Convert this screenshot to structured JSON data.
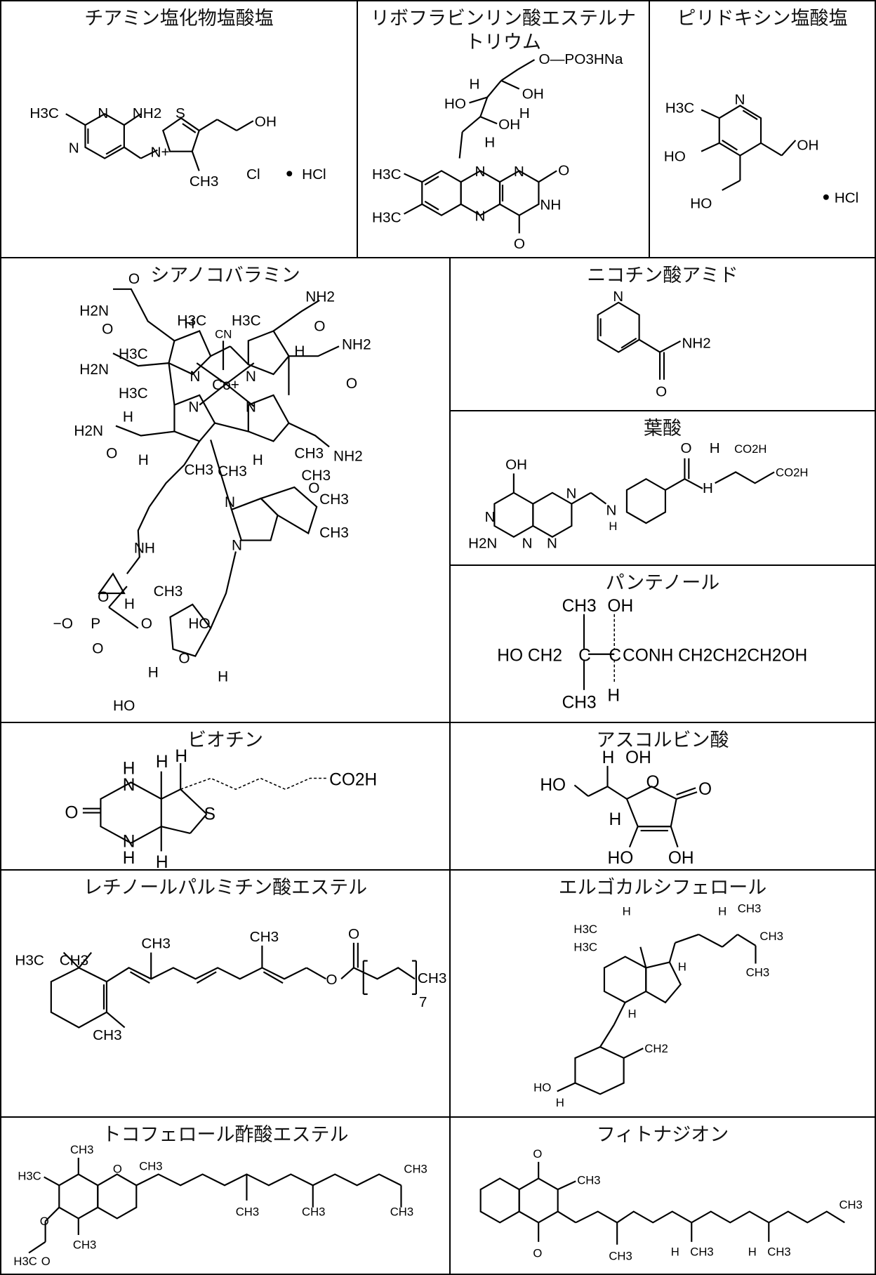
{
  "compounds": [
    {
      "id": "thiamine",
      "name": "チアミン塩化物塩酸塩",
      "labels": {
        "h3c": "H3C",
        "n1": "N",
        "n2": "N",
        "nh2": "NH2",
        "s": "S",
        "nplus": "N+",
        "oh": "OH",
        "ch3": "CH3",
        "cl": "Cl",
        "hcl": "HCl"
      }
    },
    {
      "id": "riboflavin",
      "name": "リボフラビンリン酸エステルナトリウム",
      "labels": {
        "ophos": "O—PO3HNa",
        "oh1": "OH",
        "oh2": "OH",
        "ho": "HO",
        "h1": "H",
        "h2": "H",
        "h3": "H",
        "h3c1": "H3C",
        "h3c2": "H3C",
        "n1": "N",
        "n2": "N",
        "n3": "N",
        "nh": "NH",
        "o1": "O",
        "o2": "O"
      }
    },
    {
      "id": "pyridoxine",
      "name": "ピリドキシン塩酸塩",
      "labels": {
        "h3c": "H3C",
        "n": "N",
        "ho1": "HO",
        "oh": "OH",
        "ho2": "HO",
        "hcl": "HCl"
      }
    },
    {
      "id": "cyanocobalamin",
      "name": "シアノコバラミン",
      "labels": {
        "nh2a": "H2N",
        "nh2b": "NH2",
        "nh2c": "NH2",
        "nh2d": "H2N",
        "nh2e": "H2N",
        "nh2f": "NH2",
        "o1": "O",
        "o2": "O",
        "o3": "O",
        "o4": "O",
        "o5": "O",
        "o6": "O",
        "co": "Co+",
        "cn": "CN",
        "n1": "N",
        "n2": "N",
        "n3": "N",
        "n4": "N",
        "h3c1": "H3C",
        "h3c2": "H3C",
        "h3c3": "H3C",
        "h3c4": "H3C",
        "ch3a": "CH3",
        "ch3b": "CH3",
        "ch3c": "CH3",
        "ch3d": "CH3",
        "ch3e": "CH3",
        "ch3f": "CH3",
        "ch3g": "CH3",
        "h1": "H",
        "h2": "H",
        "h3": "H",
        "h4": "H",
        "h5": "H",
        "h6": "H",
        "h7": "H",
        "h8": "H",
        "nh": "NH",
        "p": "P",
        "opminus": "−O",
        "ho1": "HO",
        "ho2": "HO",
        "ob": "O",
        "nb1": "N",
        "nb2": "N",
        "op1": "O",
        "op2": "O",
        "op3": "O"
      }
    },
    {
      "id": "nicotinamide",
      "name": "ニコチン酸アミド",
      "labels": {
        "n": "N",
        "nh2": "NH2",
        "o": "O"
      }
    },
    {
      "id": "folic",
      "name": "葉酸",
      "labels": {
        "oh": "OH",
        "h2n": "H2N",
        "n1": "N",
        "n2": "N",
        "n3": "N",
        "n4": "N",
        "nh": "N",
        "h": "H",
        "o": "O",
        "h2": "H",
        "co2h1": "CO2H",
        "co2h2": "CO2H",
        "nh2": "H"
      }
    },
    {
      "id": "panthenol",
      "name": "パンテノール",
      "labels": {
        "ch3a": "CH3",
        "ch3b": "CH3",
        "oh": "OH",
        "h": "H",
        "left": "HO CH2",
        "c1": "C",
        "c2": "C",
        "right": "CONH CH2CH2CH2OH"
      }
    },
    {
      "id": "biotin",
      "name": "ビオチン",
      "labels": {
        "h1": "H",
        "h2": "H",
        "h3": "H",
        "nh1": "N",
        "nh2": "N",
        "hh1": "H",
        "hh2": "H",
        "o": "O",
        "s": "S",
        "co2h": "CO2H"
      }
    },
    {
      "id": "ascorbic",
      "name": "アスコルビン酸",
      "labels": {
        "h": "H",
        "oh1": "OH",
        "ho1": "HO",
        "o1": "O",
        "o2": "O",
        "h2": "H",
        "ho2": "HO",
        "oh2": "OH"
      }
    },
    {
      "id": "retinol",
      "name": "レチノールパルミチン酸エステル",
      "labels": {
        "h3c": "H3C",
        "ch3a": "CH3",
        "ch3b": "CH3",
        "ch3c": "CH3",
        "ch3d": "CH3",
        "o1": "O",
        "o2": "O",
        "ch3e": "CH3",
        "n7": "7"
      }
    },
    {
      "id": "ergocalciferol",
      "name": "エルゴカルシフェロール",
      "labels": {
        "h1": "H",
        "h2": "H",
        "ch3a": "CH3",
        "ch3b": "CH3",
        "ch3c": "CH3",
        "h3c1": "H3C",
        "h3c2": "H3C",
        "h3": "H",
        "h4": "H",
        "ch2": "CH2",
        "ho": "HO",
        "h5": "H"
      }
    },
    {
      "id": "tocopherol",
      "name": "トコフェロール酢酸エステル",
      "labels": {
        "ch3a": "CH3",
        "h3c1": "H3C",
        "o1": "O",
        "ch3b": "CH3",
        "ch3c": "CH3",
        "ch3d": "CH3",
        "ch3e": "CH3",
        "ch3f": "CH3",
        "o2": "O",
        "ch3g": "CH3",
        "h3c2": "H3C",
        "o3": "O"
      }
    },
    {
      "id": "phytonadione",
      "name": "フィトナジオン",
      "labels": {
        "o1": "O",
        "o2": "O",
        "ch3a": "CH3",
        "ch3b": "CH3",
        "h1": "H",
        "ch3c": "CH3",
        "h2": "H",
        "ch3d": "CH3",
        "ch3e": "CH3"
      }
    }
  ]
}
